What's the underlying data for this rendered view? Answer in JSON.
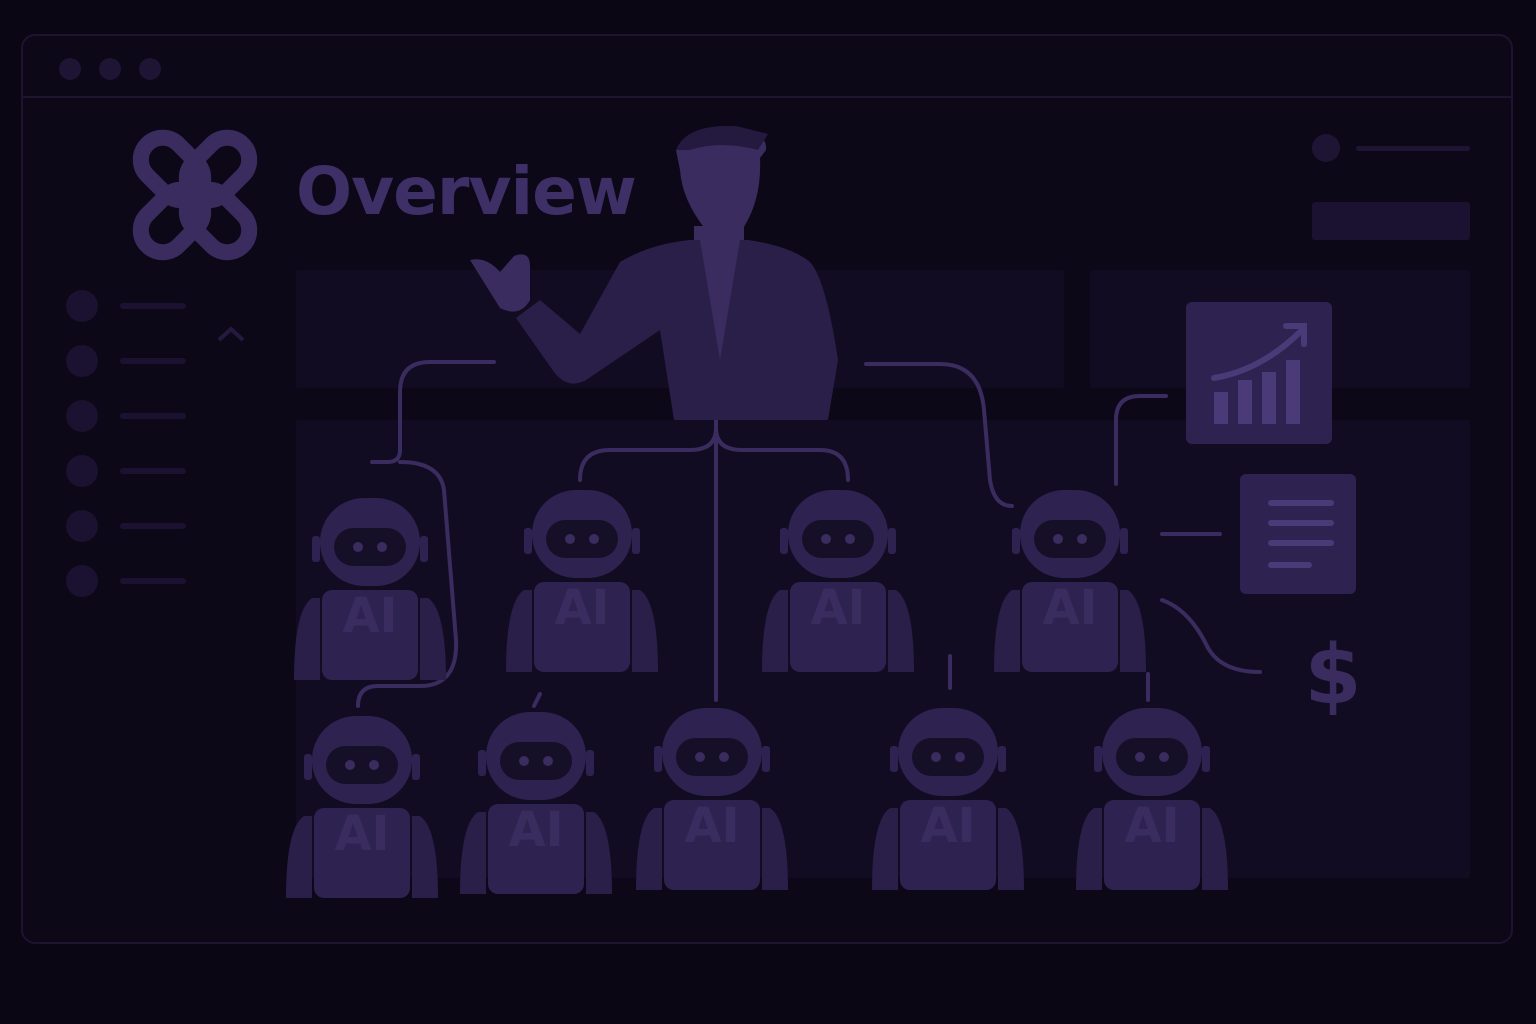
{
  "window": {
    "controls": [
      "window-dot-close",
      "window-dot-minimize",
      "window-dot-maximize"
    ]
  },
  "header": {
    "title": "Overview"
  },
  "sidebar": {
    "item_count": 6,
    "icons": [
      "avatar-icon",
      "chevron-up-icon"
    ]
  },
  "illustration": {
    "robot_label": "AI",
    "currency_symbol": "$",
    "icons": [
      "presenter-figure",
      "robot-icon",
      "growth-chart-icon",
      "document-icon",
      "dollar-icon"
    ]
  },
  "colors": {
    "background": "#0a0614",
    "window": "#0c0818",
    "accent": "#3e2f67",
    "illustration": "#3a2c5e",
    "illustration_dark": "#241a40",
    "panel": "#120c22"
  }
}
